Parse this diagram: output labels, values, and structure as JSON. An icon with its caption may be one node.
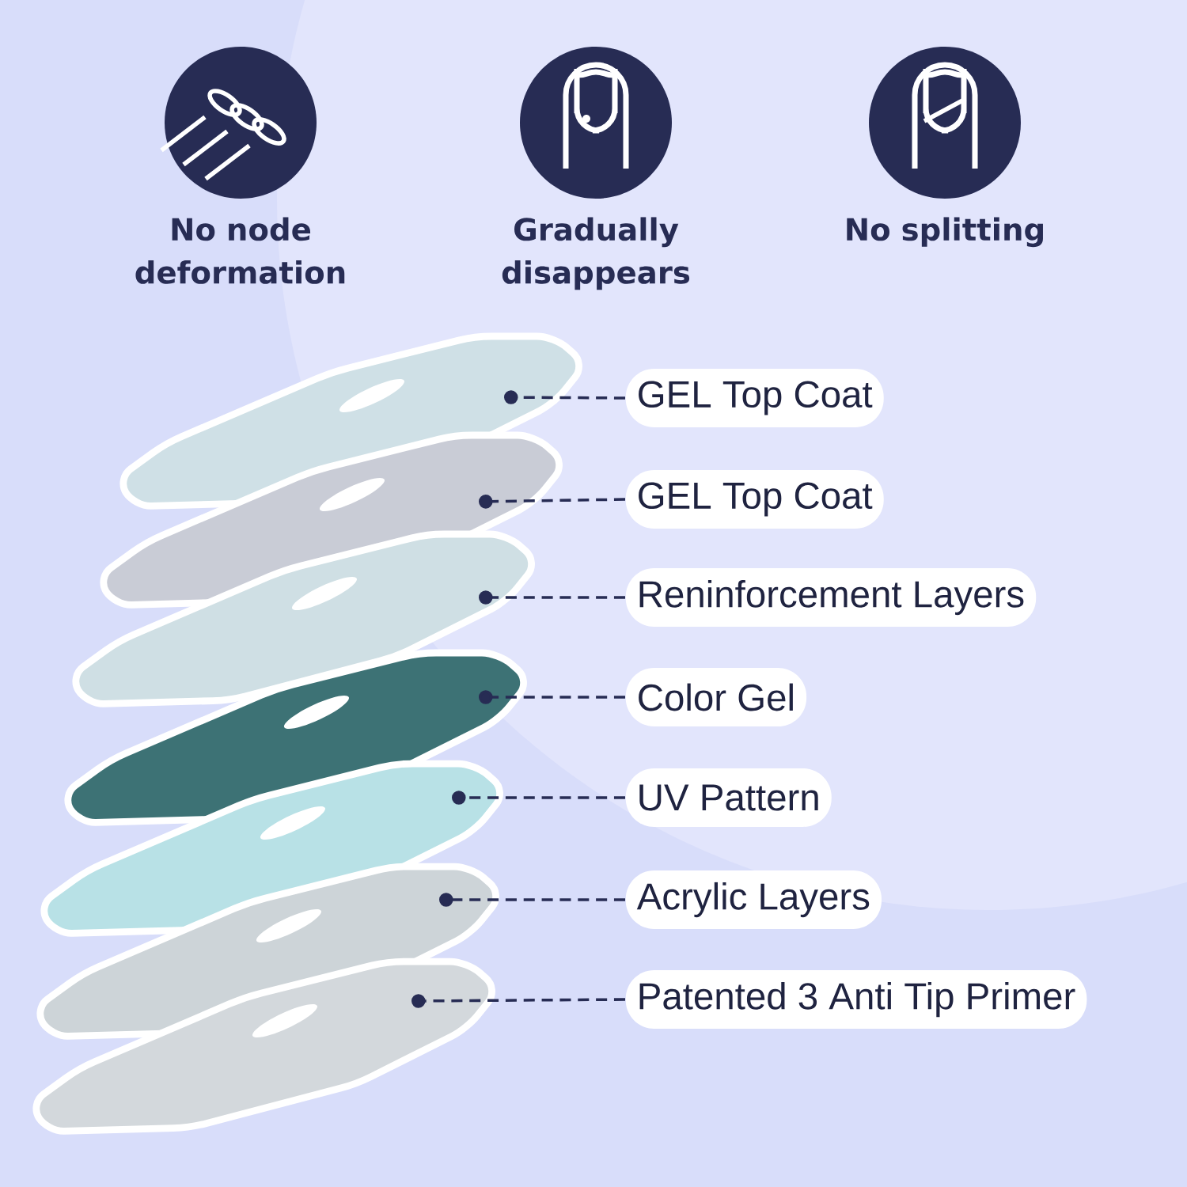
{
  "diagram": {
    "nodes": [
      {
        "text": [
          "No node deformation"
        ]
      },
      {
        "text": [
          "Gradually disappears"
        ]
      },
      {
        "text": [
          "No splitting"
        ]
      },
      {
        "text": [],
        "shape": "picture"
      },
      {
        "text": [],
        "shape": "picture"
      },
      {
        "text": [],
        "shape": "picture"
      },
      {
        "text": [],
        "shape": "picture"
      },
      {
        "text": [],
        "shape": "picture"
      },
      {
        "text": [],
        "shape": "picture"
      },
      {
        "text": [],
        "shape": "picture"
      },
      {
        "text": [
          "GEL Top Coat"
        ]
      },
      {
        "text": [
          "GEL Top Coat"
        ]
      },
      {
        "text": [
          "Reninforcement Layers"
        ]
      },
      {
        "text": [
          "Color Gel"
        ]
      },
      {
        "text": [
          "UV Pattern"
        ]
      },
      {
        "text": [
          "Acrylic Layers"
        ]
      },
      {
        "text": [
          "Patented 3 Anti Tip Primer"
        ]
      }
    ],
    "edges": [
      {
        "from": 10,
        "to": 3,
        "arrow": "other",
        "style": "dashed"
      },
      {
        "from": 11,
        "to": 4,
        "arrow": "other",
        "style": "dashed"
      },
      {
        "from": 12,
        "to": 5,
        "arrow": "other",
        "style": "dashed"
      },
      {
        "from": 13,
        "to": 6,
        "arrow": "other",
        "style": "dashed"
      },
      {
        "from": 14,
        "to": 7,
        "arrow": "other",
        "style": "dashed"
      },
      {
        "from": 15,
        "to": 8,
        "arrow": "other",
        "style": "dashed"
      },
      {
        "from": 16,
        "to": 9,
        "arrow": "other",
        "style": "dashed"
      }
    ]
  }
}
